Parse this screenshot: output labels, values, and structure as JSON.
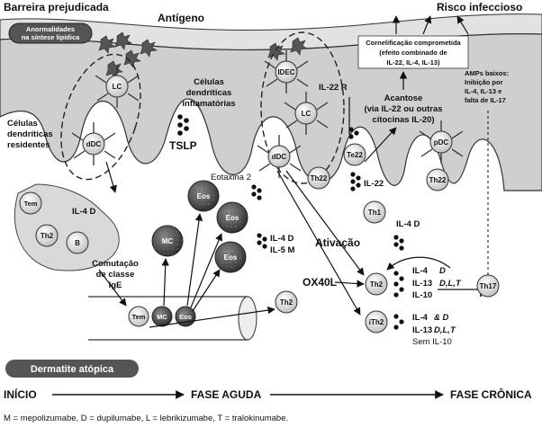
{
  "header": {
    "barrier": "Barreira prejudicada",
    "antigen": "Antígeno",
    "risk": "Risco infeccioso",
    "lipid_box": [
      "Anormalidades",
      "na síntese lipídica"
    ]
  },
  "callouts": {
    "keratinization": [
      "Cornelificação comprometida",
      "(efeito combinado de",
      "IL-22, IL-4, IL-13)"
    ],
    "amps": [
      "AMPs baixos:",
      "Inibição por",
      "IL-4, IL-13 e",
      "falta de IL-17"
    ],
    "acanthosis": [
      "Acantose",
      "(via IL-22 ou outras",
      "citocinas IL-20)"
    ],
    "resident_dc": [
      "Células",
      "dendríticas",
      "residentes"
    ],
    "inflam_dc": [
      "Células",
      "dendríticas",
      "inflamatórias"
    ],
    "class_switch": [
      "Comutação",
      "de classe",
      "IgE"
    ]
  },
  "cells": {
    "lc": "LC",
    "ddc": "dDC",
    "idec": "IDEC",
    "pdc": "pDC",
    "tem": "Tem",
    "th2": "Th2",
    "b": "B",
    "mc": "MC",
    "eos": "Eos",
    "te22": "Te22",
    "th22": "Th22",
    "th1": "Th1",
    "th17": "Th17",
    "ith2": "iTh2"
  },
  "cytokines": {
    "tslp": "TSLP",
    "il22r": "IL-22 R",
    "il22": "IL-22",
    "eotaxin": "Eotaxina 2",
    "il4d_lymph": "IL-4 D",
    "il4d_mid": "IL-4 D",
    "il5m": "IL-5 M",
    "il4d_th1": "IL-4 D",
    "activation": "Ativação",
    "ox40l": "OX40L",
    "th2_list": [
      "IL-4",
      "IL-13",
      "IL-10"
    ],
    "th2_drugs": [
      "D",
      "D,L,T"
    ],
    "ith2_list": [
      "IL-4",
      "IL-13",
      "Sem IL-10"
    ],
    "ith2_drugs": [
      "& D",
      "D,L,T"
    ]
  },
  "timeline": {
    "badge": "Dermatite atópica",
    "start": "INÍCIO",
    "acute": "FASE AGUDA",
    "chronic": "FASE CRÔNICA"
  },
  "footnote": "M = mepolizumabe, D = dupilumabe, L = lebrikizumabe, T = tralokinumabe.",
  "colors": {
    "skin": "#cfcfcf",
    "line": "#222222",
    "badge": "#555555"
  }
}
